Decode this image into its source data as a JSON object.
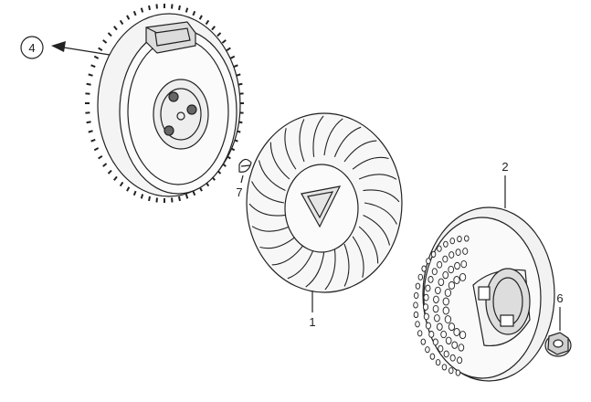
{
  "callouts": {
    "part_1": "1",
    "part_2": "2",
    "part_4": "4",
    "part_6": "6",
    "part_7": "7"
  },
  "parts": [
    {
      "ref": "1",
      "icon": "cooling-fan"
    },
    {
      "ref": "2",
      "icon": "starter-pulley"
    },
    {
      "ref": "4",
      "icon": "flywheel"
    },
    {
      "ref": "6",
      "icon": "flange-nut"
    },
    {
      "ref": "7",
      "icon": "woodruff-key"
    }
  ]
}
